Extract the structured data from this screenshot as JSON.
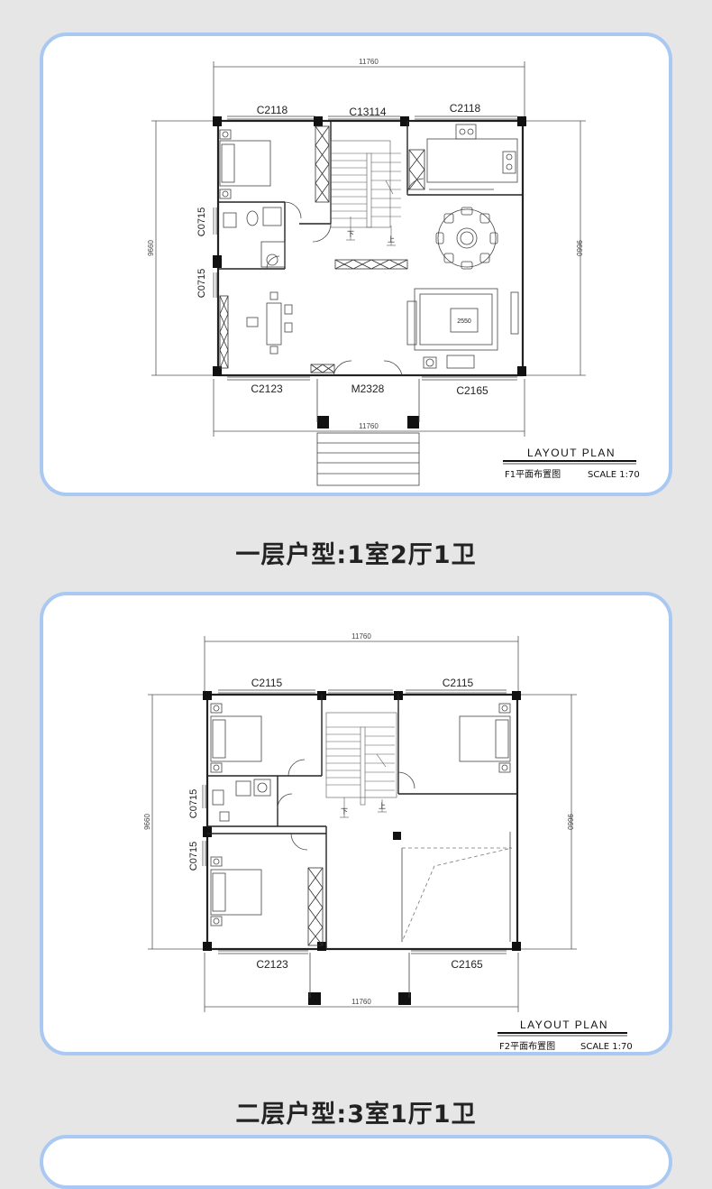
{
  "plans": [
    {
      "labels": {
        "dim_top": "11760",
        "dim_bottom": "11760",
        "dim_left": "9660",
        "dim_right": "9660",
        "window_top_left": "C2118",
        "window_top_mid": "C13114",
        "window_top_right": "C2118",
        "window_left_upper": "C0715",
        "window_left_lower": "C0715",
        "window_bottom_left": "C2123",
        "door_bottom_mid": "M2328",
        "window_bottom_right": "C2165",
        "table_size": "2550",
        "stair_down": "下",
        "stair_up": "上"
      },
      "title_block": {
        "title": "LAYOUT  PLAN",
        "subtitle": "F1平面布置图",
        "scale": "SCALE 1:70"
      },
      "caption": "一层户型:1室2厅1卫"
    },
    {
      "labels": {
        "dim_top": "11760",
        "dim_bottom": "11760",
        "dim_left": "9660",
        "dim_right": "9660",
        "window_top_left": "C2115",
        "window_top_right": "C2115",
        "window_left_upper": "C0715",
        "window_left_lower": "C0715",
        "window_bottom_left": "C2123",
        "window_bottom_right": "C2165",
        "stair_down": "下",
        "stair_up": "上"
      },
      "title_block": {
        "title": "LAYOUT  PLAN",
        "subtitle": "F2平面布置图",
        "scale": "SCALE 1:70"
      },
      "caption": "二层户型:3室1厅1卫"
    }
  ],
  "colors": {
    "card_border": "#a9c9f2",
    "background": "#e6e6e6",
    "wall": "#111111",
    "line": "#555555"
  }
}
